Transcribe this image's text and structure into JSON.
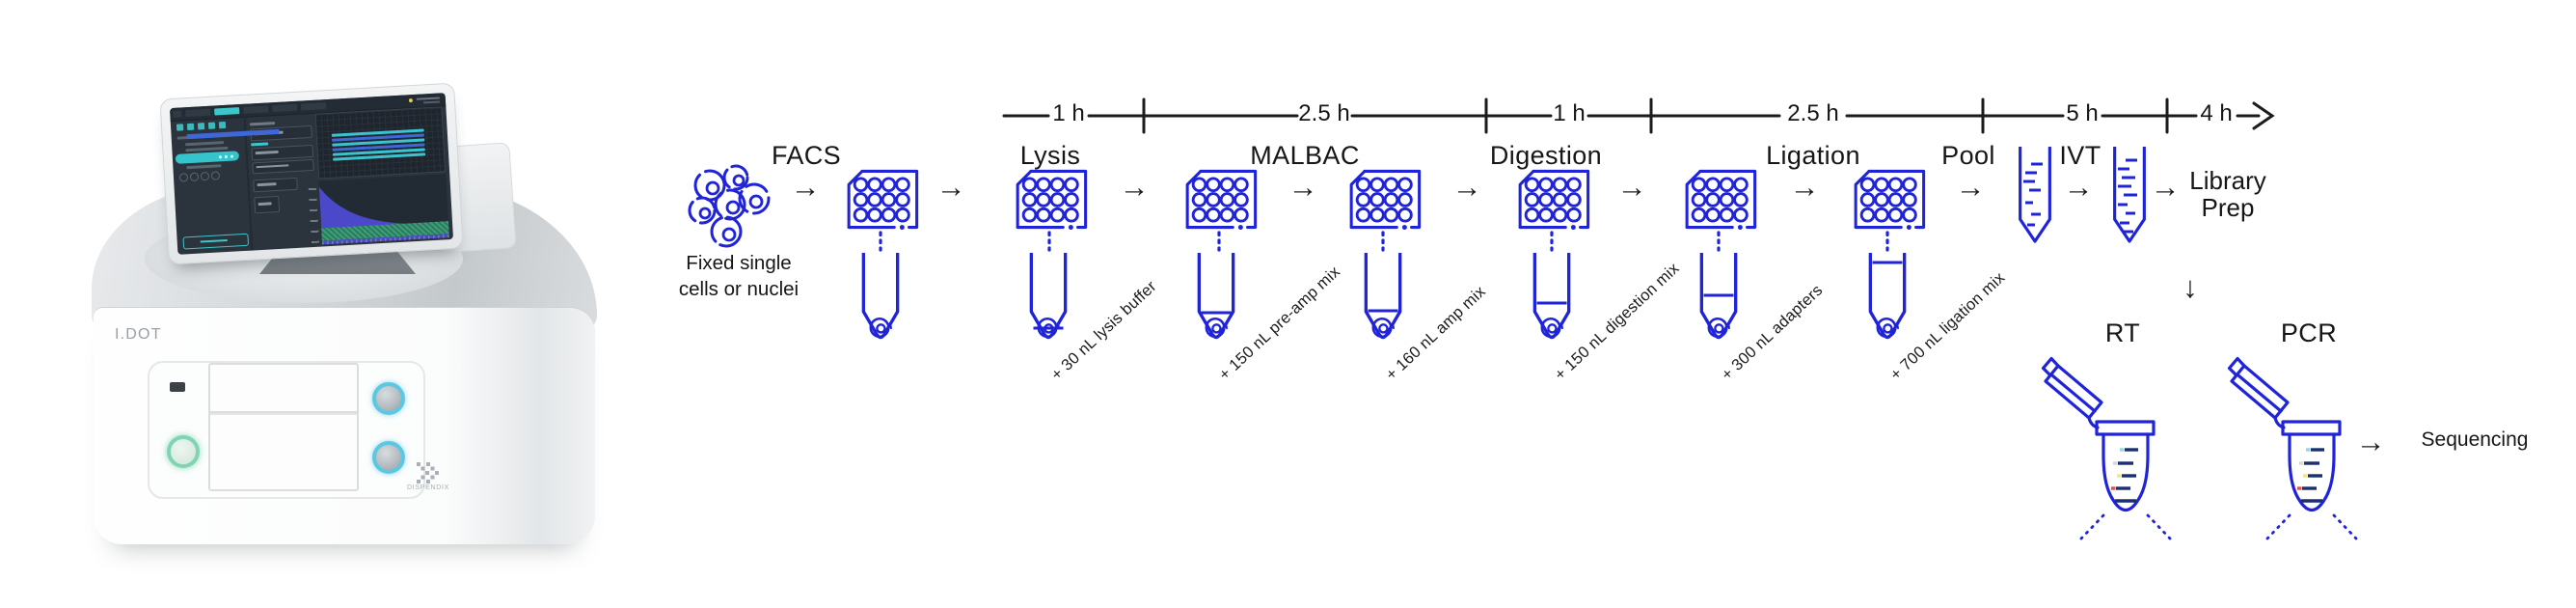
{
  "instrument": {
    "name": "I.DOT",
    "brand": "DISPENDIX"
  },
  "workflow": {
    "input_label": {
      "line1": "Fixed single",
      "line2": "cells or nuclei"
    },
    "timeline_durations": [
      "1 h",
      "2.5 h",
      "1 h",
      "2.5 h",
      "5 h",
      "4 h"
    ],
    "steps": {
      "facs": "FACS",
      "lysis": "Lysis",
      "malbac": "MALBAC",
      "digestion": "Digestion",
      "ligation": "Ligation",
      "pool": "Pool",
      "ivt": "IVT",
      "library_prep": {
        "line1": "Library",
        "line2": "Prep"
      },
      "rt": "RT",
      "pcr": "PCR",
      "sequencing": "Sequencing"
    },
    "reagent_annotations": [
      "+ 30 nL lysis buffer",
      "+ 150 nL pre-amp mix",
      "+ 160 nL amp mix",
      "+ 150 nL digestion mix",
      "+ 300 nL adapters",
      "+ 700 nL ligation mix"
    ],
    "symbols": {
      "arrow_right": "→",
      "arrow_down": "↓"
    },
    "colors": {
      "workflow_blue": "#2024d8",
      "text": "#1a1a1a",
      "screen_teal": "#3ec6cd",
      "screen_blue": "#3e68d8",
      "chart_purple": "#4b49c9",
      "chart_green": "#3f9e7a",
      "button_green": "#7fd4b2",
      "button_cyan": "#5ac8e2"
    }
  }
}
